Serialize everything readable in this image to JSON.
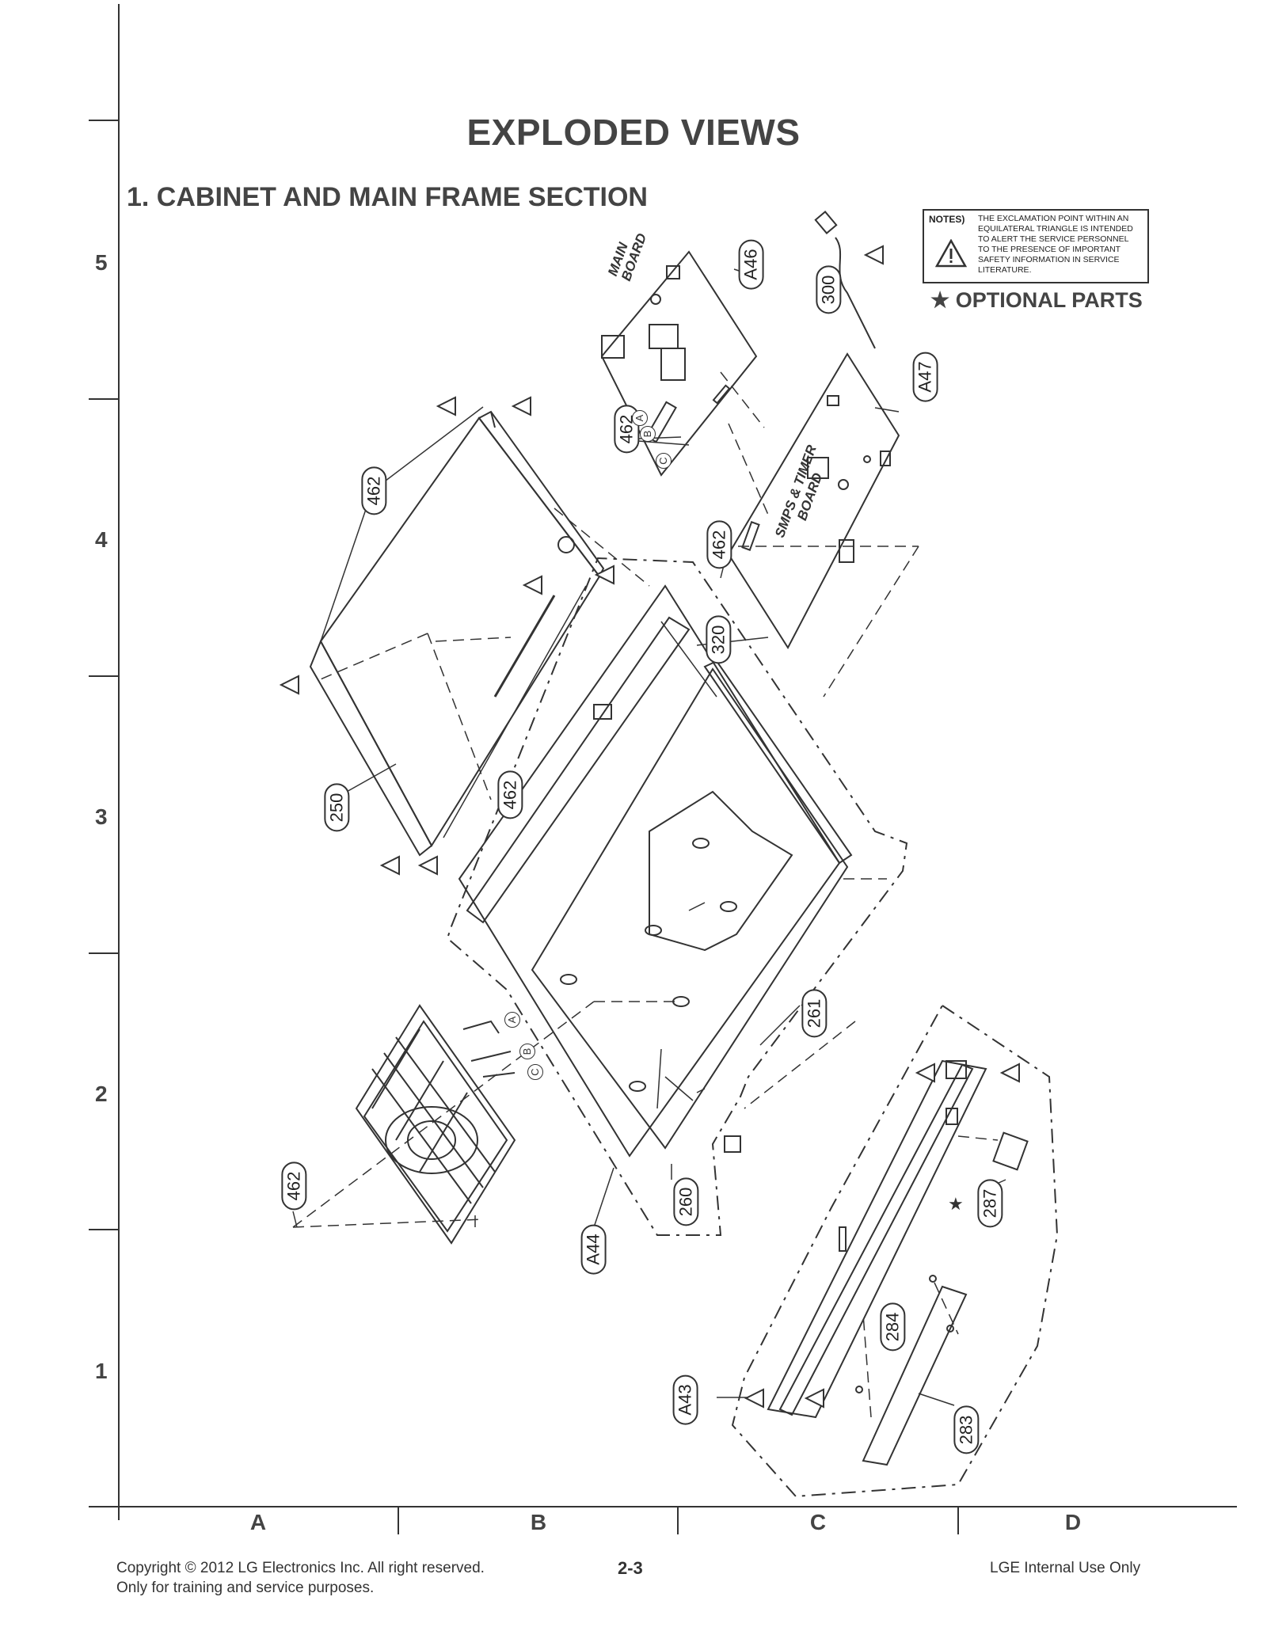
{
  "page_title": "EXPLODED VIEWS",
  "section_title": "1. CABINET AND MAIN FRAME SECTION",
  "row_labels": [
    "5",
    "4",
    "3",
    "2",
    "1"
  ],
  "column_labels": [
    "A",
    "B",
    "C",
    "D"
  ],
  "notes": {
    "label": "NOTES)",
    "text": "THE EXCLAMATION POINT WITHIN AN EQUILATERAL TRIANGLE IS INTENDED TO ALERT THE SERVICE PERSONNEL TO THE PRESENCE OF IMPORTANT SAFETY INFORMATION IN SERVICE LITERATURE."
  },
  "optional_parts": "★ OPTIONAL PARTS",
  "board_labels": {
    "main_board": [
      "MAIN",
      "BOARD"
    ],
    "smps_board": [
      "SMPS & TIMER",
      "BOARD"
    ]
  },
  "part_labels": {
    "p300": "300",
    "a46": "A46",
    "a47": "A47",
    "p462_main": "462",
    "p462_top": "462",
    "p462_smps": "462",
    "p462_frame": "462",
    "p462_fan": "462",
    "p320": "320",
    "p250": "250",
    "p261": "261",
    "p260": "260",
    "a44": "A44",
    "p287": "287",
    "p284": "284",
    "p283": "283",
    "a43": "A43"
  },
  "connector_letters": [
    "A",
    "B",
    "C"
  ],
  "optional_star": "★",
  "footer": {
    "copyright": "Copyright © 2012 LG Electronics Inc. All right reserved.",
    "purpose": "Only for training and service purposes.",
    "page_number": "2-3",
    "internal": "LGE Internal Use Only"
  }
}
